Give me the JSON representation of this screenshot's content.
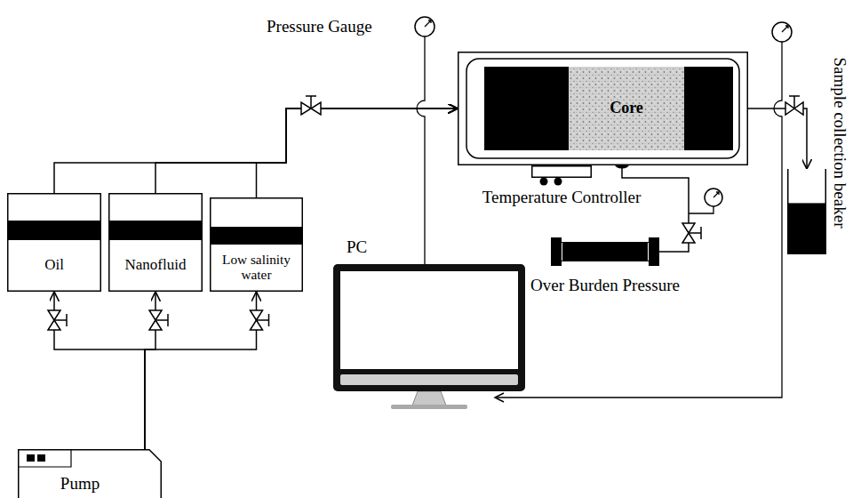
{
  "diagram": {
    "nodes": [
      {
        "text": [
          "Oil"
        ]
      },
      {
        "text": [
          "Nanofluid"
        ]
      },
      {
        "text": [
          "Low salinity water"
        ]
      },
      {
        "text": [
          "Core"
        ]
      },
      {
        "text": [
          "Temperature Controller"
        ]
      },
      {
        "text": [
          "PC"
        ]
      },
      {
        "text": [
          "Over Burden Pressure"
        ]
      },
      {
        "text": [
          "Sample collection beaker"
        ]
      },
      {
        "text": [
          "Pump"
        ]
      }
    ],
    "edges": [
      {
        "from": 8,
        "to": 0,
        "arrow": "to"
      },
      {
        "from": 8,
        "to": 1,
        "arrow": "to"
      },
      {
        "from": 8,
        "to": 2,
        "arrow": "to"
      },
      {
        "from": 0,
        "to": 3,
        "arrow": "to"
      },
      {
        "from": 1,
        "to": 3,
        "arrow": "to"
      },
      {
        "from": 2,
        "to": 3,
        "arrow": "to"
      },
      {
        "from": 6,
        "to": 3,
        "arrow": "none"
      },
      {
        "from": 3,
        "to": 7,
        "arrow": "to"
      }
    ],
    "labels": [
      "Pressure Gauge"
    ]
  }
}
